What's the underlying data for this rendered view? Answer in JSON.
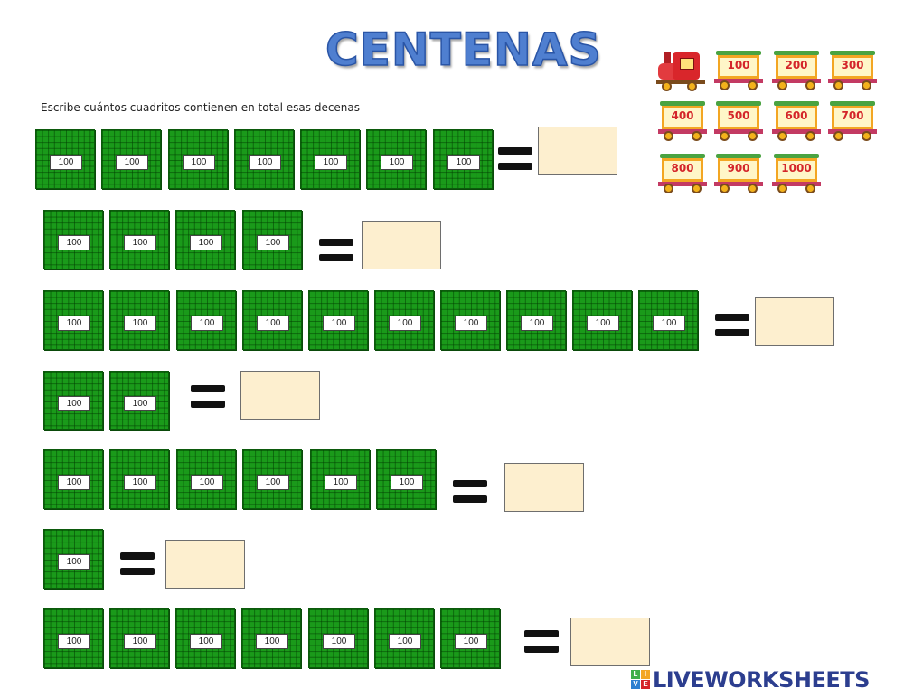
{
  "title": "CENTENAS",
  "instruction": "Escribe cuántos cuadritos contienen en total esas decenas",
  "block_label": "100",
  "rows": [
    {
      "count": 7
    },
    {
      "count": 4
    },
    {
      "count": 10
    },
    {
      "count": 2
    },
    {
      "count": 6
    },
    {
      "count": 1
    },
    {
      "count": 7
    }
  ],
  "train_cars": [
    "100",
    "200",
    "300",
    "400",
    "500",
    "600",
    "700",
    "800",
    "900",
    "1000"
  ],
  "footer": {
    "brand": "LIVEWORKSHEETS",
    "logo_letters": [
      "L",
      "I",
      "V",
      "E"
    ]
  },
  "colors": {
    "block_green": "#1a9a1a",
    "answer_fill": "#fdefcf",
    "title_blue": "#4f7fd0",
    "brand_blue": "#2c3e8f"
  }
}
